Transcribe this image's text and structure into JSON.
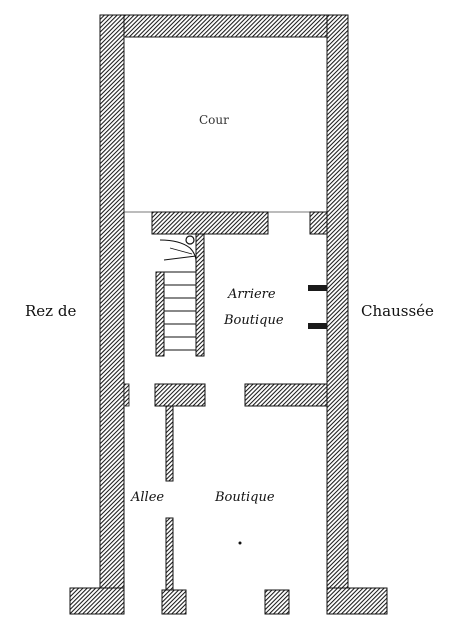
{
  "plan": {
    "side_label_left": "Rez de",
    "side_label_right": "Chaussée",
    "rooms": {
      "court": "Cour",
      "back_shop_line1": "Arriere",
      "back_shop_line2": "Boutique",
      "alley": "Allee",
      "shop": "Boutique"
    },
    "colors": {
      "wall_hatch": "#1a1a1a",
      "background": "#ffffff"
    }
  }
}
